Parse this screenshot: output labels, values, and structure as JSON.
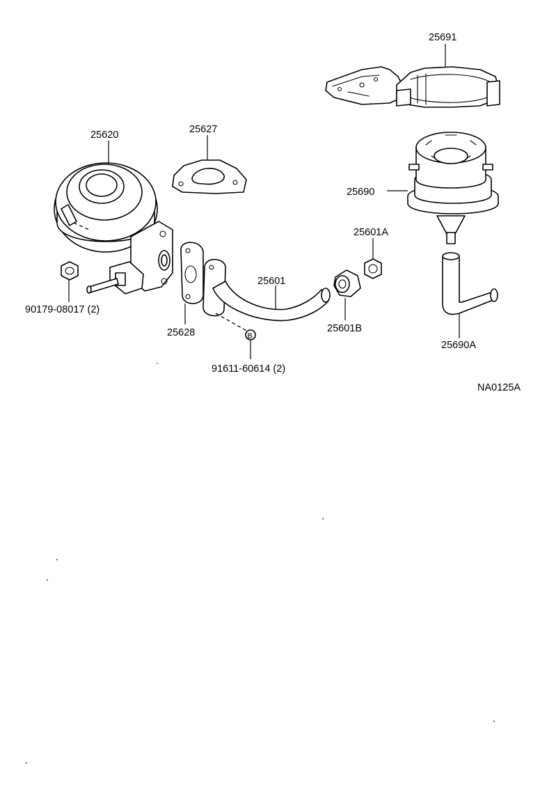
{
  "parts": {
    "p25620": "25620",
    "p25627": "25627",
    "p25691": "25691",
    "p25690": "25690",
    "p25601A": "25601A",
    "p25601": "25601",
    "p25628": "25628",
    "p25601B": "25601B",
    "p25690A": "25690A",
    "nut": "90179-08017 (2)",
    "bolt": "91611-60614 (2)",
    "bolt_marker": "B"
  },
  "diagram_code": "NA0125A",
  "colors": {
    "ink": "#000000",
    "paper": "#ffffff"
  }
}
